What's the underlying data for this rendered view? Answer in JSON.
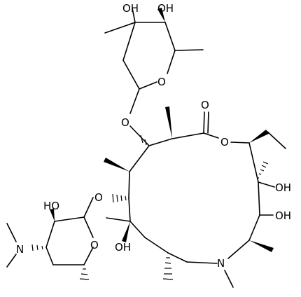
{
  "atoms": {
    "sugar_top_oh1": "OH",
    "sugar_top_oh2": "OH",
    "sugar_top_ring_o": "O",
    "sugar_top_link_o": "O",
    "lactone_carbonyl_o": "O",
    "lactone_ring_o": "O",
    "macrocycle_oh_right": "OH",
    "macrocycle_oh_lower_right": "OH",
    "macrocycle_n": "N",
    "macrocycle_oh_left": "OH",
    "sugar_left_link_o": "O",
    "sugar_left_oh": "HO",
    "sugar_left_ring_o": "O",
    "sugar_left_n": "N"
  }
}
